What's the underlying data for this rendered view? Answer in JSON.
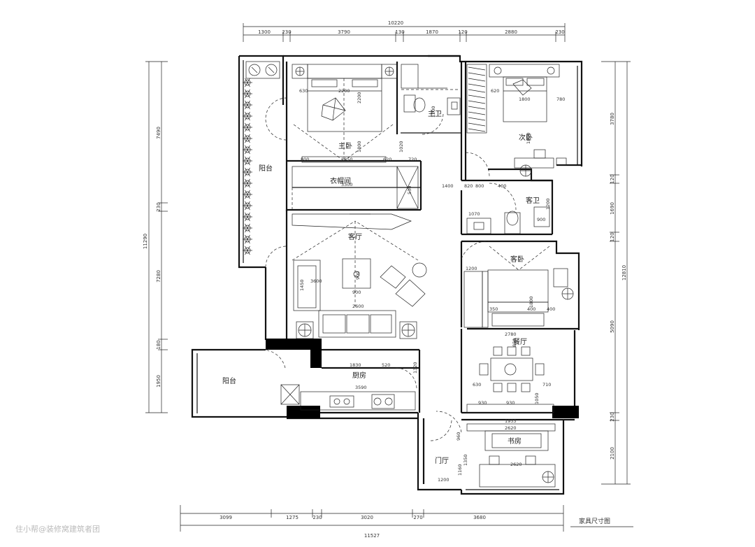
{
  "rooms": {
    "master_bedroom": "主卧",
    "master_bath": "主卫",
    "second_bedroom": "次卧",
    "cloakroom": "衣帽间",
    "balcony_top": "阳台",
    "living_room": "客厅",
    "guest_bath": "客卫",
    "guest_bedroom": "客卧",
    "dining_room": "餐厅",
    "kitchen": "厨房",
    "balcony_bottom": "阳台",
    "study": "书房",
    "foyer": "门厅"
  },
  "dimensions": {
    "top_total": "10220",
    "top_segments": [
      "1300",
      "230",
      "3790",
      "130",
      "1870",
      "120",
      "2880",
      "230"
    ],
    "bottom_total": "11527",
    "bottom_segments": [
      "3099",
      "1275",
      "230",
      "3020",
      "270",
      "3680"
    ],
    "left_total": "11290",
    "left_segments": [
      "7490",
      "230",
      "7280",
      "180",
      "1950"
    ],
    "right_total": "12810",
    "right_segments": [
      "3780",
      "120",
      "1690",
      "120",
      "5090",
      "230",
      "2100"
    ]
  },
  "annotations": {
    "mb_bed": "2200",
    "mb_w": "1850",
    "mb_d": "2200",
    "mb_630": "630",
    "mb_800": "800",
    "mb_1800": "1800",
    "mb_620": "620",
    "mb_720": "720",
    "mb_1020": "1020",
    "mb_1800v": "1800",
    "bath_1200": "1200",
    "sb_1800": "1800",
    "sb_780": "780",
    "sb_620": "620",
    "sb_1800b": "1800",
    "cloak_3300": "3300",
    "cloak_530": "530",
    "gb_1070": "1070",
    "gb_900": "900",
    "gb_1200": "1200",
    "gb_820": "820",
    "gb_800": "800",
    "gb_400": "400",
    "gb_1400": "1400",
    "lr_900": "900",
    "lr_3600": "3600",
    "lr_1450": "1450",
    "lr_2600": "2600",
    "lr_900b": "900",
    "gbed_1200": "1200",
    "gbed_1800": "1800",
    "gbed_350": "350",
    "gbed_400": "400",
    "gbed_400b": "400",
    "gbed_2780": "2780",
    "dr_850": "850",
    "dr_630": "630",
    "dr_710": "710",
    "dr_930a": "930",
    "dr_930b": "930",
    "dr_1050": "1050",
    "k_1830": "1830",
    "k_520": "520",
    "k_3590": "3590",
    "k_1320": "1320",
    "st_2620": "2620",
    "st_1933": "1933",
    "st_2620b": "2620",
    "st_960": "960",
    "st_1350": "1350",
    "f_1200": "1200",
    "f_1160": "1160"
  },
  "footer": {
    "legend": "家具尺寸图",
    "watermark": "住小帮@装修窝建筑者团"
  }
}
